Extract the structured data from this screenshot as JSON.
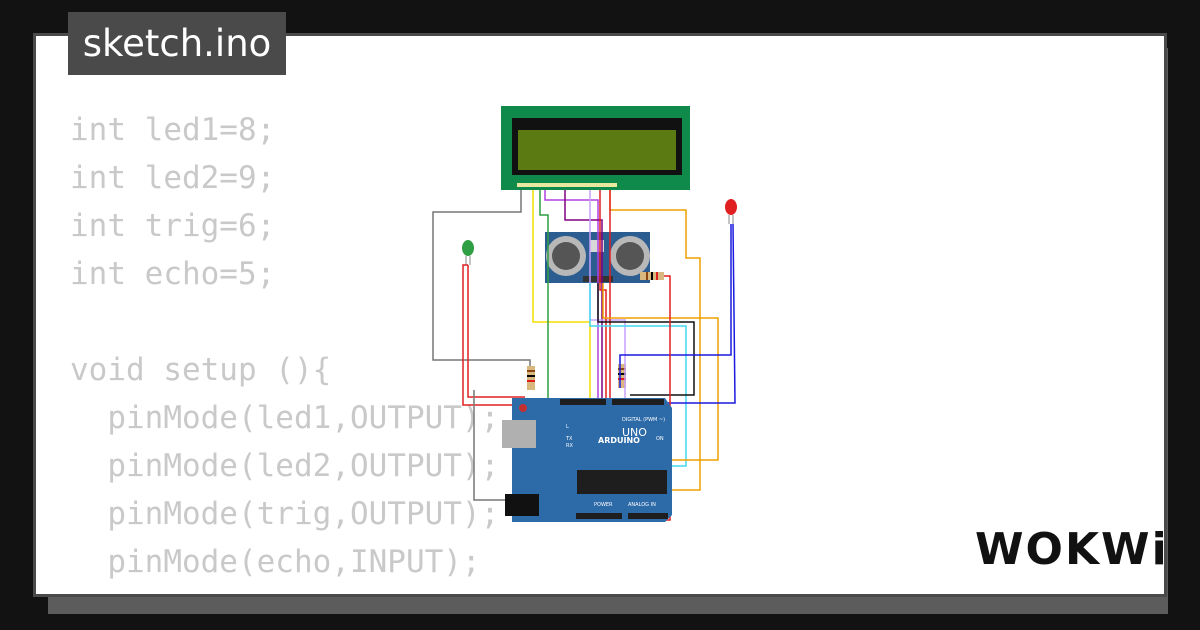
{
  "title_tab": "sketch.ino",
  "code_lines": [
    "int led1=8;",
    "int led2=9;",
    "int trig=6;",
    "int echo=5;",
    "",
    "void setup (){",
    "  pinMode(led1,OUTPUT);",
    "  pinMode(led2,OUTPUT);",
    "  pinMode(trig,OUTPUT);",
    "  pinMode(echo,INPUT);",
    "}"
  ],
  "board": {
    "brand": "ARDUINO",
    "model": "UNO",
    "digital_label": "DIGITAL (PWM ~)",
    "analog_label": "ANALOG IN",
    "power_label": "POWER",
    "l_label": "L",
    "tx_label": "TX",
    "rx_label": "RX",
    "on_label": "ON"
  },
  "logo": "WOKWi",
  "colors": {
    "background": "#121212",
    "card": "#ffffff",
    "tab": "#4a4a4a",
    "code_text": "#c9c9c9",
    "lcd_green": "#0f8a4a",
    "lcd_screen": "#5c7a12",
    "board_blue": "#2d6aa8"
  }
}
